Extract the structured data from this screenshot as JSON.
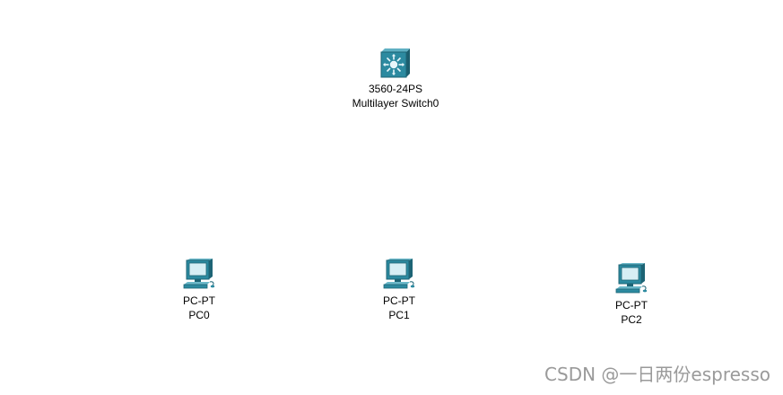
{
  "workspace": {
    "background": "#ffffff"
  },
  "devices": {
    "switch0": {
      "icon": "multilayer-switch-icon",
      "model": "3560-24PS",
      "name": "Multilayer Switch0"
    },
    "pc0": {
      "icon": "pc-icon",
      "model": "PC-PT",
      "name": "PC0"
    },
    "pc1": {
      "icon": "pc-icon",
      "model": "PC-PT",
      "name": "PC1"
    },
    "pc2": {
      "icon": "pc-icon",
      "model": "PC-PT",
      "name": "PC2"
    }
  },
  "watermark": "CSDN @一日两份espresso",
  "colors": {
    "device_teal": "#2c7f93",
    "device_light": "#cfe9f0",
    "label": "#000000",
    "watermark": "#9a9a9a"
  }
}
